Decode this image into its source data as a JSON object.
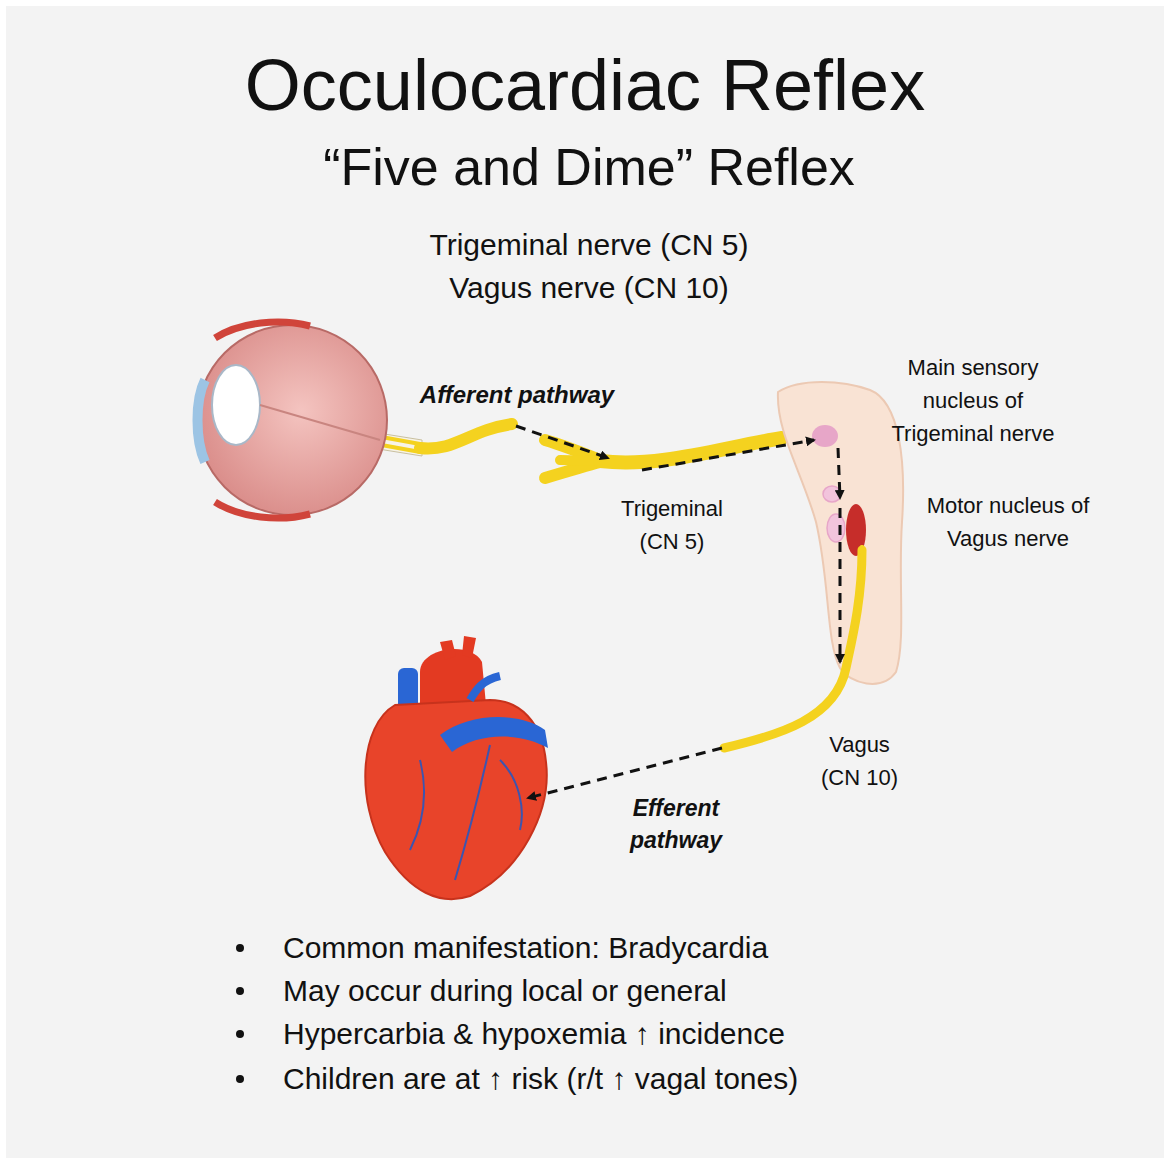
{
  "diagram": {
    "title": "Occulocardiac Reflex",
    "labels": [
      "“Five and Dime” Reflex",
      "Trigeminal nerve (CN 5)",
      "Vagus nerve (CN 10)",
      "Afferent pathway",
      "Trigeminal (CN 5)",
      "Main sensory nucleus of Trigeminal nerve",
      "Motor nucleus of Vagus nerve",
      "Vagus (CN 10)",
      "Efferent pathway",
      "Common manifestation: Bradycardia",
      "May occur during local or general",
      "Hypercarbia & hypoxemia ↑ incidence",
      "Children are at ↑ risk (r/t ↑ vagal tones)"
    ]
  }
}
